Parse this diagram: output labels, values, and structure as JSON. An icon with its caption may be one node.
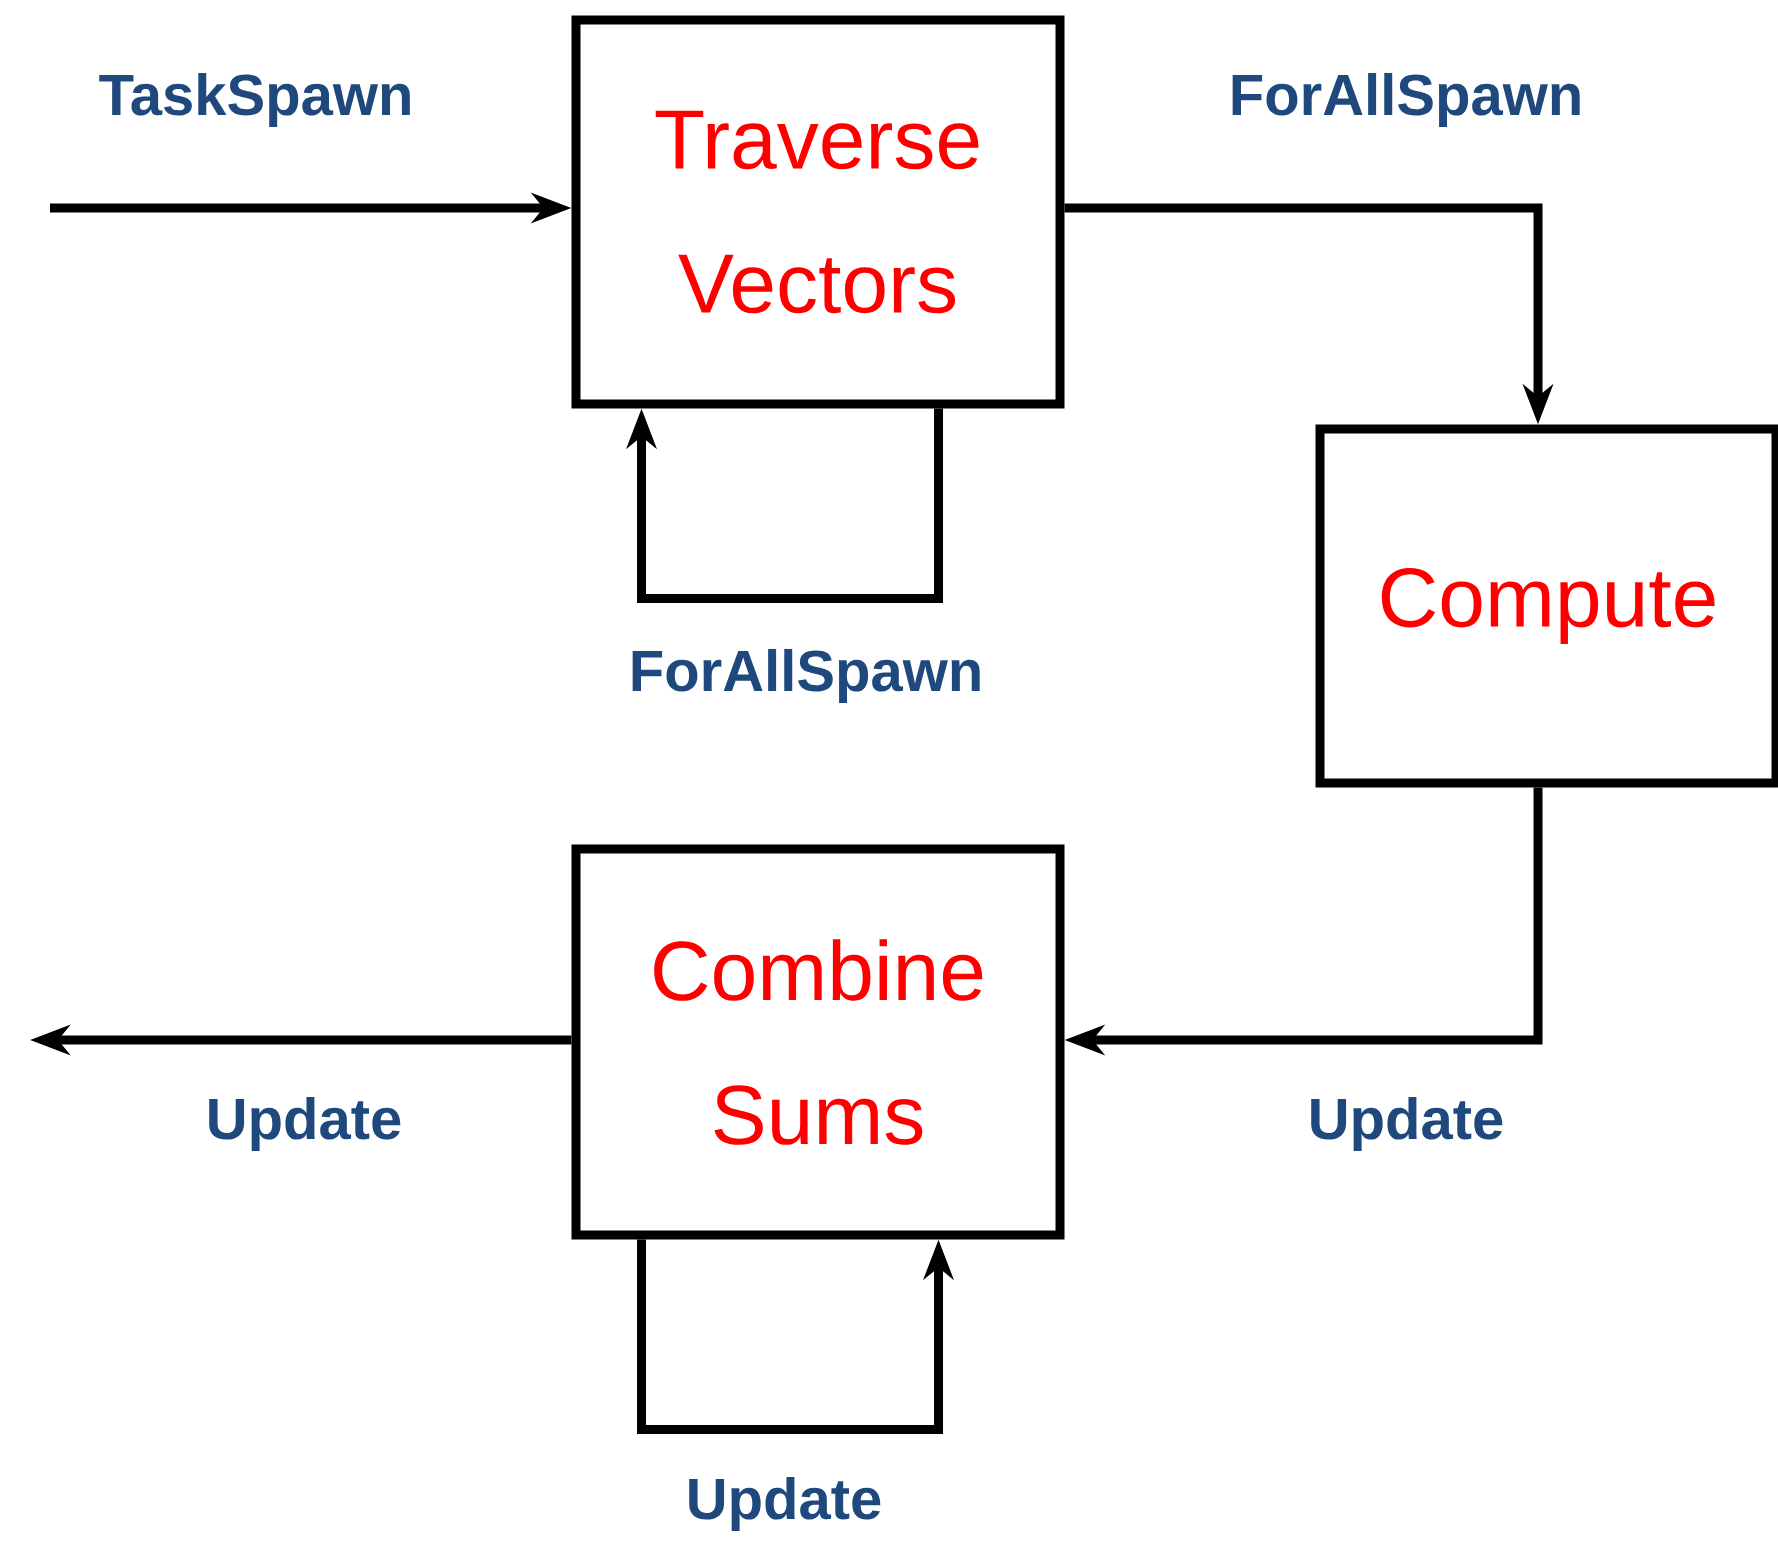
{
  "diagram": {
    "nodes": [
      {
        "text": [
          "Traverse Vectors"
        ]
      },
      {
        "text": [
          "Compute"
        ]
      },
      {
        "text": [
          "Combine Sums"
        ]
      }
    ],
    "edges": [
      {
        "from": null,
        "to": 0,
        "arrow": "to",
        "label": "TaskSpawn"
      },
      {
        "from": 0,
        "to": 1,
        "arrow": "to",
        "label": "ForAllSpawn"
      },
      {
        "from": 0,
        "to": 0,
        "arrow": "to",
        "label": "ForAllSpawn"
      },
      {
        "from": 1,
        "to": 2,
        "arrow": "to",
        "label": "Update"
      },
      {
        "from": 2,
        "to": null,
        "arrow": "to",
        "label": "Update"
      },
      {
        "from": 2,
        "to": 2,
        "arrow": "to",
        "label": "Update"
      }
    ]
  }
}
